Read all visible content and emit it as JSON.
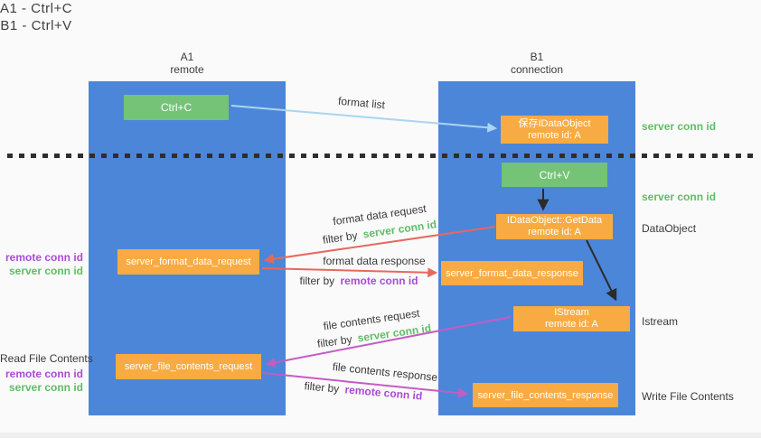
{
  "title": {
    "line1": "A1 - Ctrl+C",
    "line2": "B1 - Ctrl+V"
  },
  "lanes": {
    "left": {
      "title": "A1",
      "subtitle": "remote"
    },
    "right": {
      "title": "B1",
      "subtitle": "connection"
    }
  },
  "nodes": {
    "ctrl_c": {
      "label": "Ctrl+C"
    },
    "ctrl_v": {
      "label": "Ctrl+V"
    },
    "save_idataobject": {
      "line1": "保存IDataObject",
      "line2": "remote id: A"
    },
    "getdata": {
      "line1": "IDataObject::GetData",
      "line2": "remote id: A"
    },
    "istream": {
      "line1": "IStream",
      "line2": "remote id: A"
    },
    "server_format_data_request": {
      "label": "server_format_data_request"
    },
    "server_format_data_response": {
      "label": "server_format_data_response"
    },
    "server_file_contents_request": {
      "label": "server_file_contents_request"
    },
    "server_file_contents_response": {
      "label": "server_file_contents_response"
    }
  },
  "edge_labels": {
    "format_list": "format list",
    "format_data_request": "format data request",
    "format_data_response": "format data response",
    "file_contents_request": "file contents request",
    "file_contents_response": "file contents response",
    "filter_by": "filter by",
    "server_conn_id": "server conn id",
    "remote_conn_id": "remote conn id"
  },
  "side_labels": {
    "remote_conn_id": "remote conn id",
    "server_conn_id": "server conn id",
    "read_file_contents": "Read File Contents",
    "write_file_contents": "Write File Contents",
    "dataobject": "DataObject",
    "istream": "Istream"
  },
  "colors": {
    "lane_blue": "#4c86d9",
    "node_green": "#74c377",
    "node_orange": "#f9ab43",
    "arrow_lightblue": "#a9d5f0",
    "arrow_red": "#e8685e",
    "arrow_magenta": "#c45cc4",
    "arrow_black": "#2b2b2b",
    "text_green": "#5fbd66",
    "text_purple": "#ab4bd6"
  }
}
